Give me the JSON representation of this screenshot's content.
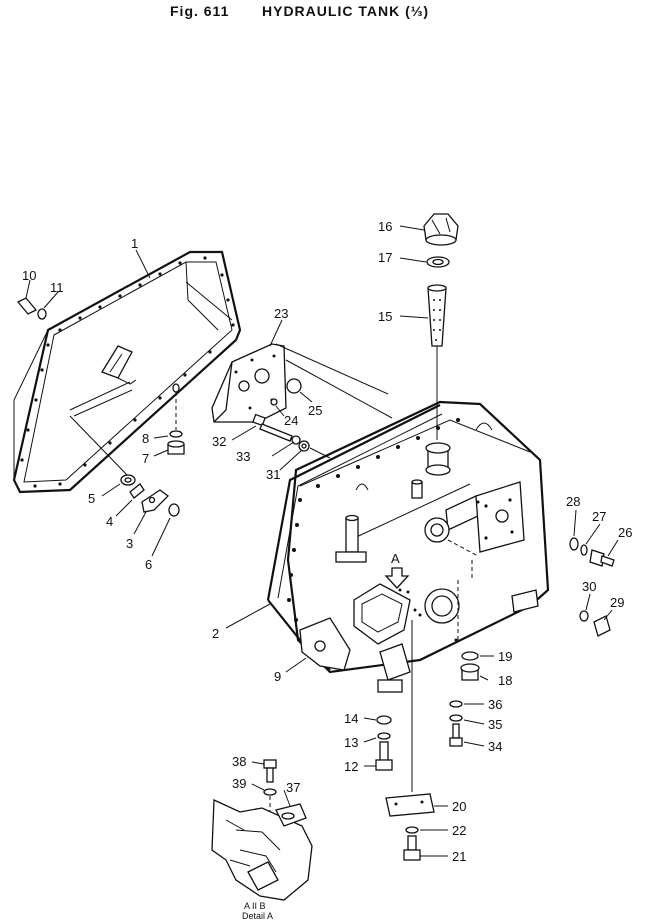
{
  "title": {
    "fig": "Fig. 611",
    "name": "HYDRAULIC TANK (⅓)"
  },
  "detail": {
    "letters": "A  II  B",
    "caption": "Detail A"
  },
  "view_marker": "A",
  "callouts": [
    "1",
    "2",
    "3",
    "4",
    "5",
    "6",
    "7",
    "8",
    "9",
    "10",
    "11",
    "12",
    "13",
    "14",
    "15",
    "16",
    "17",
    "18",
    "19",
    "20",
    "21",
    "22",
    "23",
    "24",
    "25",
    "26",
    "27",
    "28",
    "29",
    "30",
    "31",
    "32",
    "33",
    "34",
    "35",
    "36",
    "37",
    "38",
    "39"
  ]
}
